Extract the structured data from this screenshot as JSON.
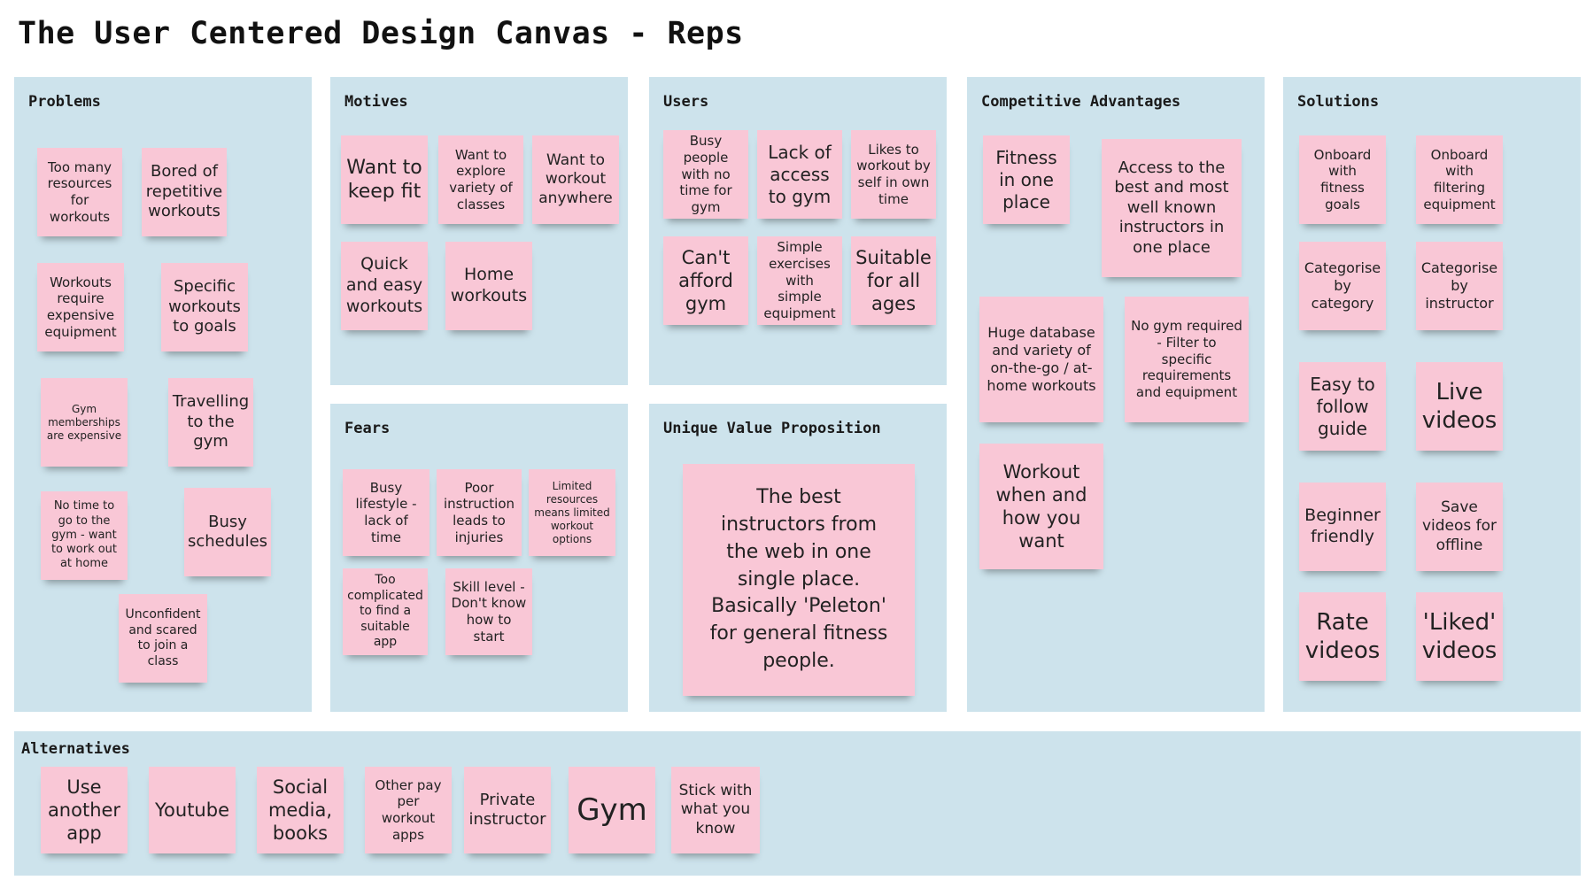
{
  "title": "The User Centered Design Canvas - Reps",
  "colors": {
    "panel": "#cde3ec",
    "note": "#f9c7d6",
    "background": "#ffffff"
  },
  "problems": {
    "title": "Problems",
    "notes": [
      "Too many resources for workouts",
      "Bored of repetitive workouts",
      "Workouts require expensive equipment",
      "Specific workouts to goals",
      "Gym memberships are expensive",
      "Travelling to the gym",
      "No time to go to the gym - want to work out at home",
      "Busy schedules",
      "Unconfident and scared to join a class"
    ]
  },
  "motives": {
    "title": "Motives",
    "notes": [
      "Want to keep fit",
      "Want to explore variety of classes",
      "Want to workout anywhere",
      "Quick and easy workouts",
      "Home workouts"
    ]
  },
  "users": {
    "title": "Users",
    "notes": [
      "Busy people with no time for gym",
      "Lack of access to gym",
      "Likes to workout by self in own time",
      "Can't afford gym",
      "Simple exercises with simple equipment",
      "Suitable for all ages"
    ]
  },
  "fears": {
    "title": "Fears",
    "notes": [
      "Busy lifestyle - lack of time",
      "Poor instruction leads to injuries",
      "Limited resources means limited workout options",
      "Too complicated to find a suitable app",
      "Skill level - Don't know how to start"
    ]
  },
  "uvp": {
    "title": "Unique Value Proposition",
    "notes": [
      "The best instructors from the web in one single place. Basically 'Peleton' for general fitness people."
    ]
  },
  "competitive": {
    "title": "Competitive Advantages",
    "notes": [
      "Fitness in one place",
      "Access to the best and most well known instructors in one place",
      "Huge database and variety of on-the-go / at-home workouts",
      "No gym required - Filter to specific requirements and equipment",
      "Workout when and how you want"
    ]
  },
  "solutions": {
    "title": "Solutions",
    "notes": [
      "Onboard with fitness goals",
      "Onboard with filtering equipment",
      "Categorise by category",
      "Categorise by instructor",
      "Easy to follow guide",
      "Live videos",
      "Beginner friendly",
      "Save videos for offline",
      "Rate videos",
      "'Liked' videos"
    ]
  },
  "alternatives": {
    "title": "Alternatives",
    "notes": [
      "Use another app",
      "Youtube",
      "Social media, books",
      "Other pay per workout apps",
      "Private instructor",
      "Gym",
      "Stick with what you know"
    ]
  }
}
